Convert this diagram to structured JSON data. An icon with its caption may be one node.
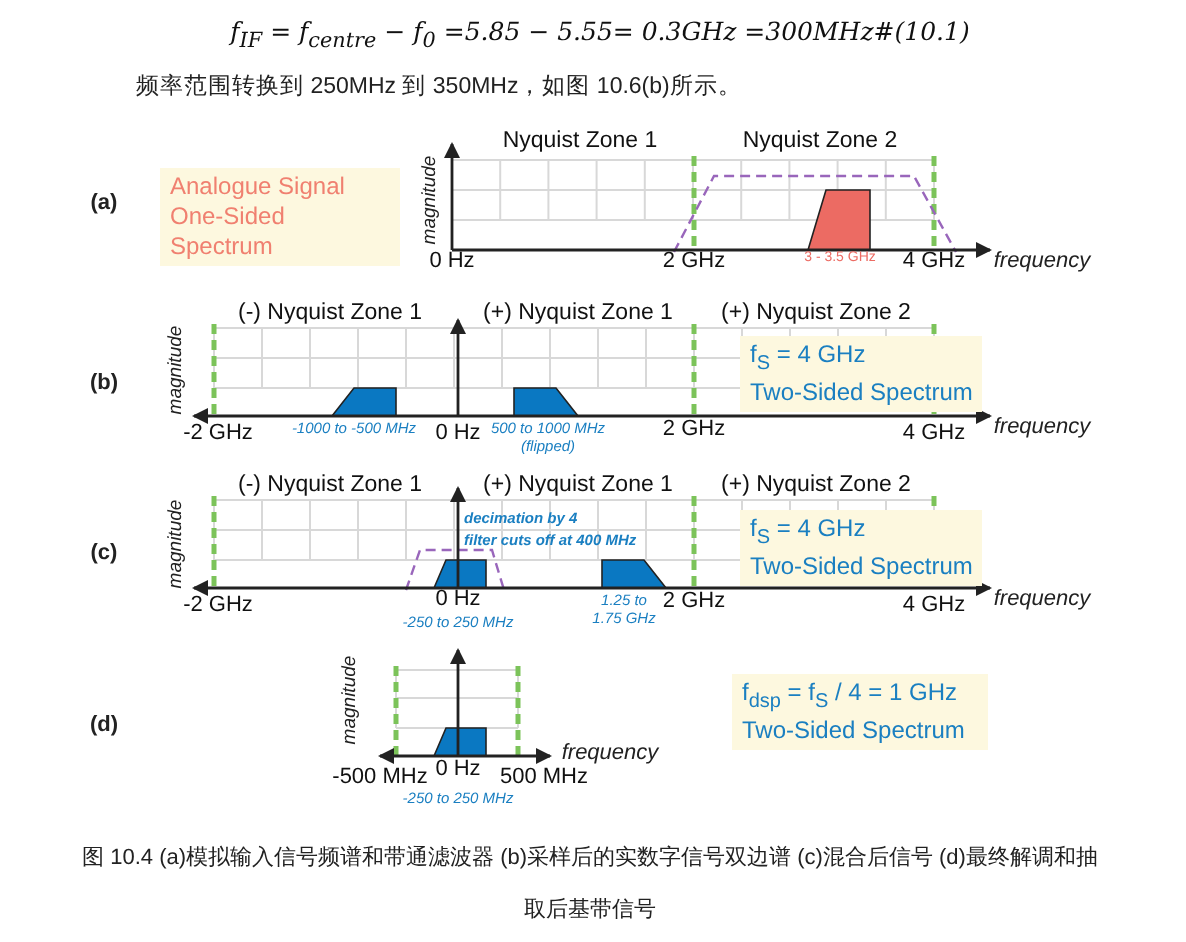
{
  "diagram": {
    "nodes": [
      {
        "text": [
          "Analogue Signal One-Sided Spectrum"
        ]
      },
      {
        "text": [
          "f$_{S}$ = 4 GHz",
          "Two-Sided Spectrum"
        ]
      },
      {
        "text": [
          "f$_{S}$ = 4 GHz",
          "Two-Sided Spectrum"
        ]
      },
      {
        "text": [
          "f$_{dsp}$ = f$_{S}$ / 4 = 1 GHz",
          "Two-Sided Spectrum"
        ]
      }
    ],
    "labels": [
      "f$_{IF}$ = f$_{centre}$ − f$_{0}$ =5.85 − 5.55= 0.3GHz =300MHz#(10.1)",
      "频率范围转换到 250MHz 到 350MHz，如图 10.6(b)所示。",
      "Nyquist Zone 1",
      "Nyquist Zone 2",
      "(a)",
      "magnitude",
      "0 Hz",
      "2 GHz",
      "3 - 3.5 GHz",
      "4 GHz",
      "frequency",
      "(-) Nyquist Zone 1",
      "(+) Nyquist Zone 1",
      "(+) Nyquist Zone 2",
      "(b)",
      "magnitude",
      "-2 GHz",
      "-1000 to -500 MHz",
      "0 Hz",
      "500 to 1000 MHz",
      "(flipped)",
      "2 GHz",
      "4 GHz",
      "frequency",
      "(-) Nyquist Zone 1",
      "(+) Nyquist Zone 1",
      "(+) Nyquist Zone 2",
      "decimation by 4",
      "filter cuts off at 400 MHz",
      "(c)",
      "magnitude",
      "-2 GHz",
      "0 Hz",
      "-250 to 250 MHz",
      "1.25 to",
      "1.75 GHz",
      "2 GHz",
      "4 GHz",
      "frequency",
      "magnitude",
      "frequency",
      "(d)",
      "-500 MHz",
      "0 Hz",
      "500 MHz",
      "-250 to 250 MHz"
    ],
    "caption": "图 10.4 (a)模拟输入信号频谱和带通滤波器 (b)采样后的实数字信号双边谱 (c)混合后信号 (d)最终解调和抽取后基带信号"
  }
}
